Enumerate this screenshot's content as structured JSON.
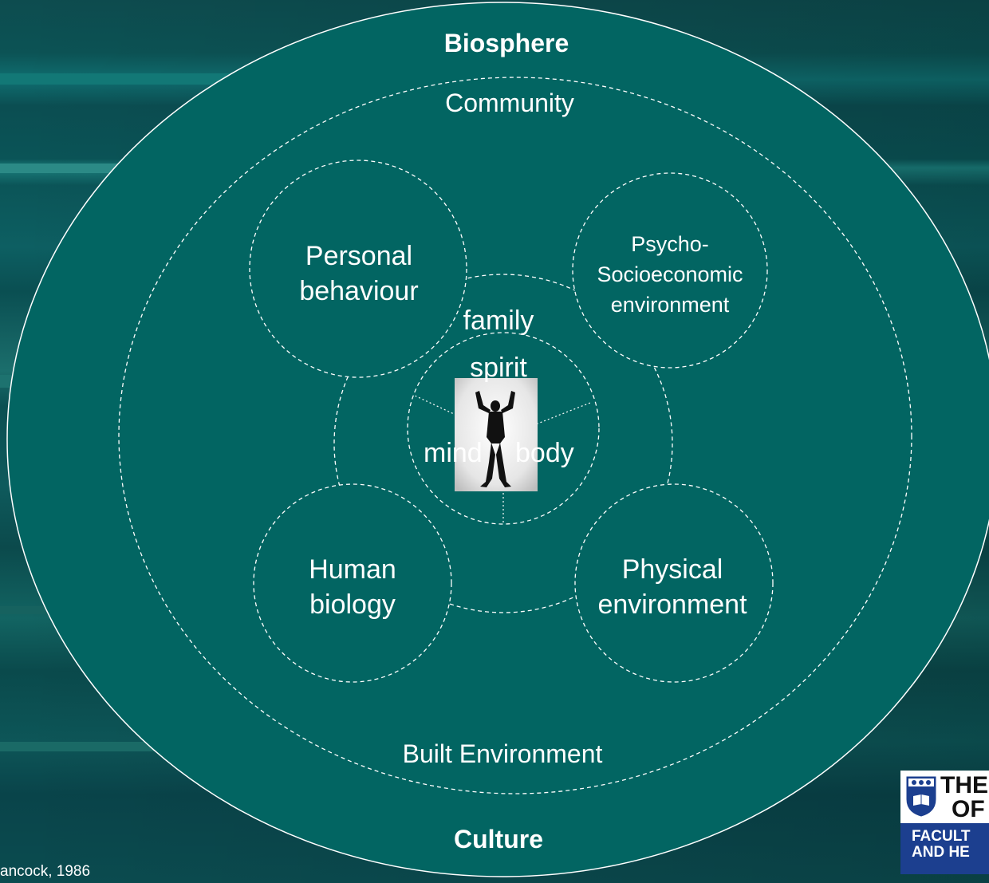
{
  "diagram": {
    "outer_label_top": "Biosphere",
    "outer_label_bottom": "Culture",
    "community_label": "Community",
    "built_environment_label": "Built Environment",
    "family_label": "family",
    "spirit_label": "spirit",
    "mind_label": "mind",
    "body_label": "body",
    "circles": {
      "personal": [
        "Personal",
        "behaviour"
      ],
      "psycho": [
        "Psycho-",
        "Socioeconomic",
        "environment"
      ],
      "human": [
        "Human",
        "biology"
      ],
      "physical": [
        "Physical",
        "environment"
      ]
    }
  },
  "citation": "ancock, 1986",
  "logo": {
    "line1": "THE",
    "line2": "OF",
    "line3": "FACULT",
    "line4": "AND HE"
  },
  "colors": {
    "biosphere_fill": "#026562",
    "stroke": "#ffffff",
    "logo_blue": "#1c3f8f"
  }
}
